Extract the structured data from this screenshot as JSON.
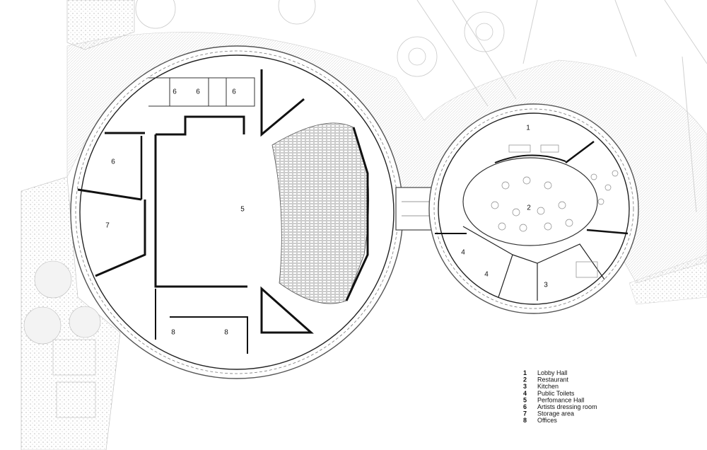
{
  "rooms": [
    {
      "id": "r1",
      "number": "1"
    },
    {
      "id": "r2",
      "number": "2"
    },
    {
      "id": "r3",
      "number": "3"
    },
    {
      "id": "r4a",
      "number": "4"
    },
    {
      "id": "r4b",
      "number": "4"
    },
    {
      "id": "r5",
      "number": "5"
    },
    {
      "id": "r6a",
      "number": "6"
    },
    {
      "id": "r6b",
      "number": "6"
    },
    {
      "id": "r6c",
      "number": "6"
    },
    {
      "id": "r6d",
      "number": "6"
    },
    {
      "id": "r7",
      "number": "7"
    },
    {
      "id": "r8a",
      "number": "8"
    },
    {
      "id": "r8b",
      "number": "8"
    }
  ],
  "legend": [
    {
      "number": "1",
      "label": "Lobby Hall"
    },
    {
      "number": "2",
      "label": "Restaurant"
    },
    {
      "number": "3",
      "label": "Kitchen"
    },
    {
      "number": "4",
      "label": "Public Toilets"
    },
    {
      "number": "5",
      "label": "Perfomance Hall"
    },
    {
      "number": "6",
      "label": "Artists dressing room"
    },
    {
      "number": "7",
      "label": "Storage area"
    },
    {
      "number": "8",
      "label": "Offices"
    }
  ]
}
